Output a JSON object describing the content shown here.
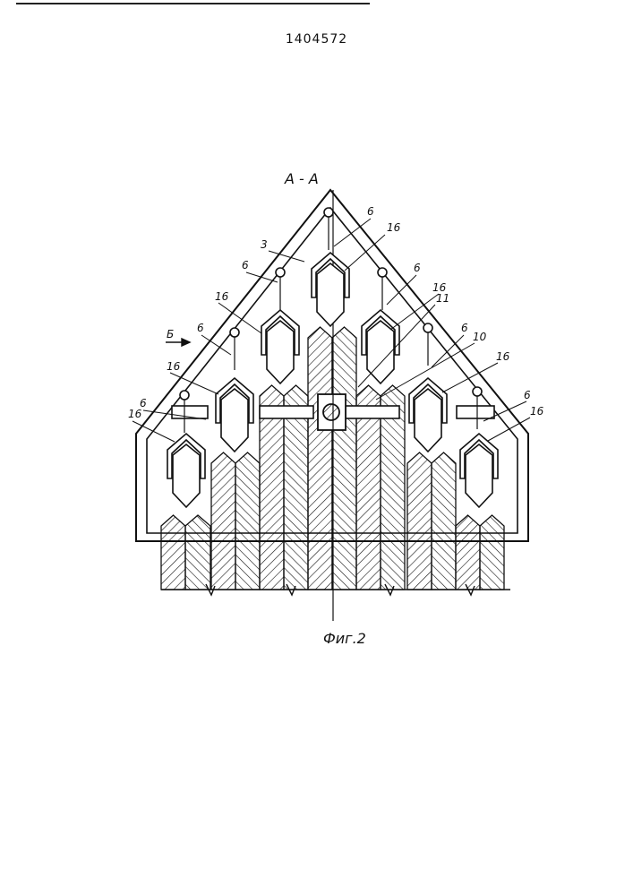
{
  "header": {
    "patent_number": "1404572"
  },
  "figure": {
    "section_title": "А - А",
    "caption": "Фиг.2",
    "view_arrow_label": "Б",
    "labels": {
      "housing": "3",
      "pivot": "6",
      "tine": "16",
      "bar": "11",
      "shaft": "10"
    }
  }
}
